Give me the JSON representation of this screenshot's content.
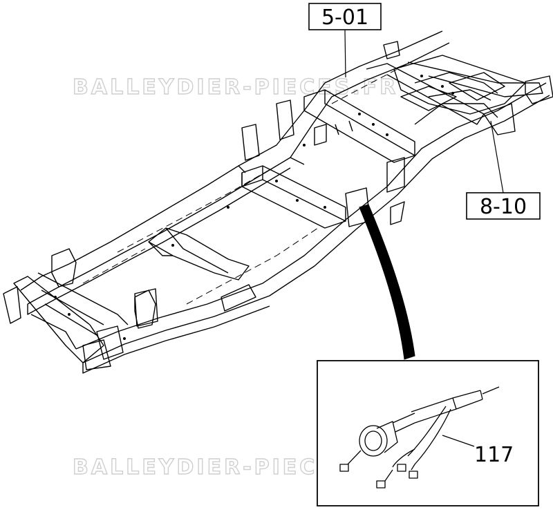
{
  "diagram": {
    "watermark_top": "BALLEYDIER-PIECES.FR",
    "watermark_bottom": "BALLEYDIER-PIECES.FR",
    "callouts": {
      "ref_5_01": "5-01",
      "ref_8_10": "8-10",
      "ref_117": "117"
    }
  }
}
